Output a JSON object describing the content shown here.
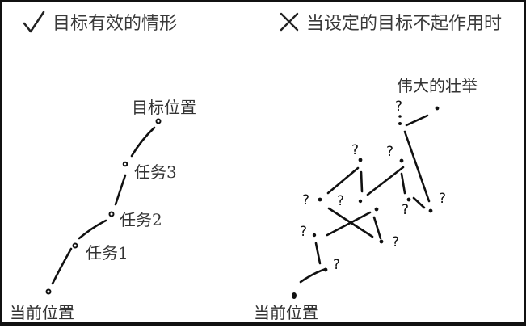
{
  "left_panel": {
    "heading": "目标有效的情形",
    "heading_icon": "check-mark-icon",
    "labels": {
      "goal": "目标位置",
      "task3": "任务3",
      "task2": "任务2",
      "task1": "任务1",
      "start": "当前位置"
    }
  },
  "right_panel": {
    "heading": "当设定的目标不起作用时",
    "heading_icon": "cross-mark-icon",
    "labels": {
      "goal": "伟大的壮举",
      "start": "当前位置"
    }
  },
  "colors": {
    "ink": "#111111",
    "text": "#333333",
    "background": "#ffffff"
  }
}
